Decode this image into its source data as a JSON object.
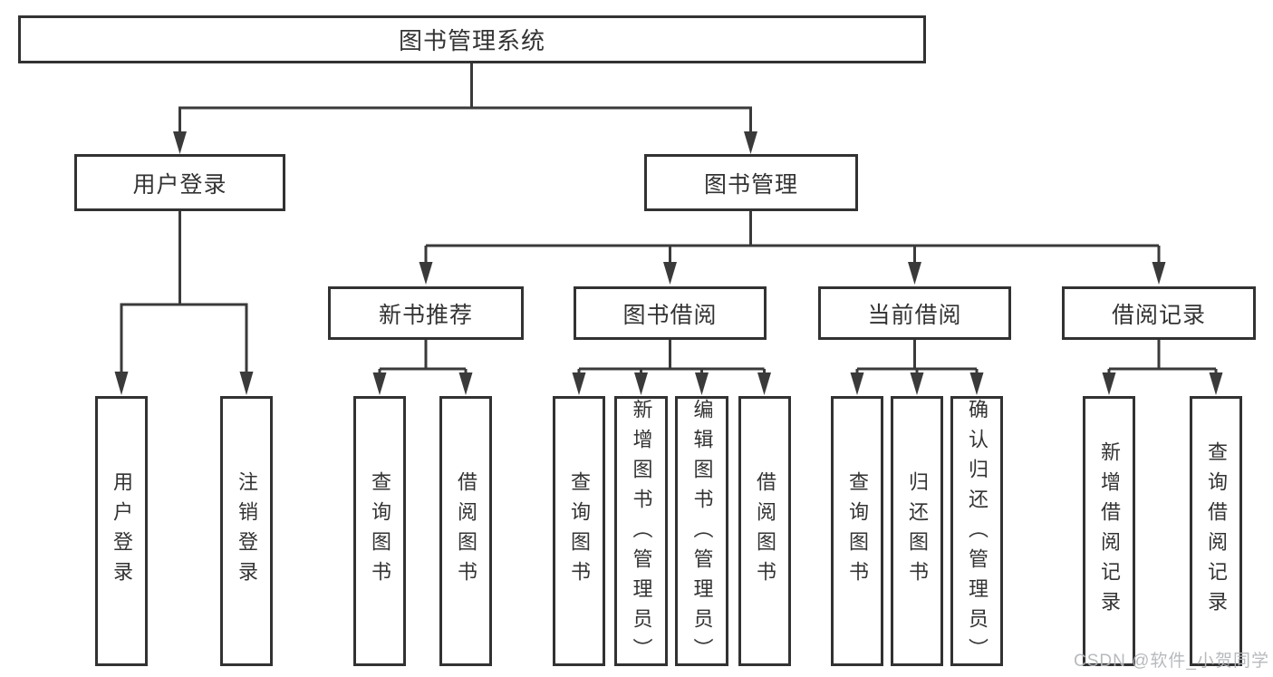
{
  "diagram": {
    "type": "hierarchy-tree",
    "colors": {
      "line": "#3a3a3a",
      "border": "#323232",
      "text": "#333333",
      "watermark": "#b4b7ba",
      "background": "#ffffff"
    },
    "watermark": "CSDN @软件_小贺同学",
    "nodes": {
      "root": {
        "label": "图书管理系统"
      },
      "user_login": {
        "label": "用户登录"
      },
      "book_mgmt": {
        "label": "图书管理"
      },
      "new_book_rec": {
        "label": "新书推荐"
      },
      "book_borrow": {
        "label": "图书借阅"
      },
      "current_borrow": {
        "label": "当前借阅"
      },
      "borrow_records": {
        "label": "借阅记录"
      },
      "leaf_user_login": {
        "label": "用户登录"
      },
      "leaf_logout": {
        "label": "注销登录"
      },
      "leaf_rec_query": {
        "label": "查询图书"
      },
      "leaf_rec_borrow": {
        "label": "借阅图书"
      },
      "leaf_bb_query": {
        "label": "查询图书"
      },
      "leaf_bb_add": {
        "label": "新增图书（管理员）"
      },
      "leaf_bb_edit": {
        "label": "编辑图书（管理员）"
      },
      "leaf_bb_borrow": {
        "label": "借阅图书"
      },
      "leaf_cb_query": {
        "label": "查询图书"
      },
      "leaf_cb_return": {
        "label": "归还图书"
      },
      "leaf_cb_confirm": {
        "label": "确认归还（管理员）"
      },
      "leaf_br_add": {
        "label": "新增借阅记录"
      },
      "leaf_br_query": {
        "label": "查询借阅记录"
      }
    },
    "edges": [
      "root>user_login",
      "root>book_mgmt",
      "user_login>leaf_user_login",
      "user_login>leaf_logout",
      "book_mgmt>new_book_rec",
      "book_mgmt>book_borrow",
      "book_mgmt>current_borrow",
      "book_mgmt>borrow_records",
      "new_book_rec>leaf_rec_query",
      "new_book_rec>leaf_rec_borrow",
      "book_borrow>leaf_bb_query",
      "book_borrow>leaf_bb_add",
      "book_borrow>leaf_bb_edit",
      "book_borrow>leaf_bb_borrow",
      "current_borrow>leaf_cb_query",
      "current_borrow>leaf_cb_return",
      "current_borrow>leaf_cb_confirm",
      "borrow_records>leaf_br_add",
      "borrow_records>leaf_br_query"
    ]
  }
}
